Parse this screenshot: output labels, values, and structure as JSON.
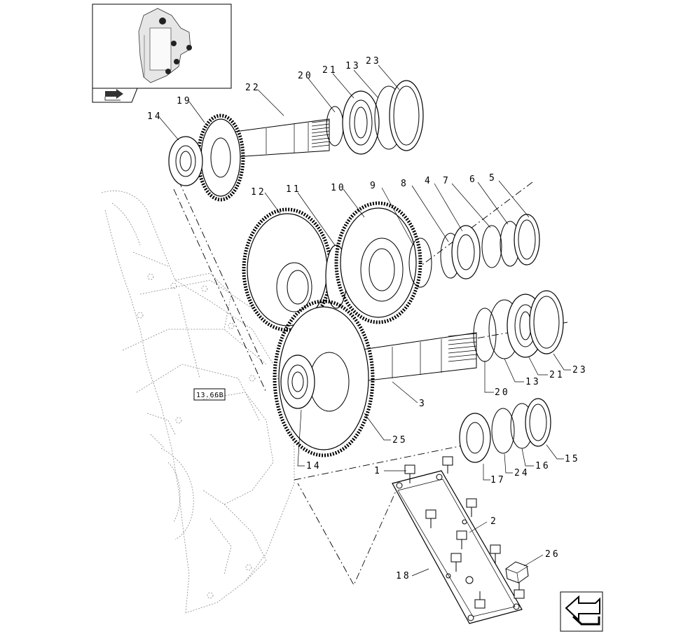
{
  "labels": [
    {
      "id": "p22",
      "text": "22"
    },
    {
      "id": "p20a",
      "text": "20"
    },
    {
      "id": "p21a",
      "text": "21"
    },
    {
      "id": "p13a",
      "text": "13"
    },
    {
      "id": "p23a",
      "text": "23"
    },
    {
      "id": "p19",
      "text": "19"
    },
    {
      "id": "p14a",
      "text": "14"
    },
    {
      "id": "p12",
      "text": "12"
    },
    {
      "id": "p11",
      "text": "11"
    },
    {
      "id": "p10",
      "text": "10"
    },
    {
      "id": "p9",
      "text": "9"
    },
    {
      "id": "p8",
      "text": "8"
    },
    {
      "id": "p4",
      "text": "4"
    },
    {
      "id": "p7",
      "text": "7"
    },
    {
      "id": "p6",
      "text": "6"
    },
    {
      "id": "p5",
      "text": "5"
    },
    {
      "id": "p20b",
      "text": "20"
    },
    {
      "id": "p13b",
      "text": "13"
    },
    {
      "id": "p21b",
      "text": "21"
    },
    {
      "id": "p23b",
      "text": "23"
    },
    {
      "id": "p3",
      "text": "3"
    },
    {
      "id": "p25",
      "text": "25"
    },
    {
      "id": "p14b",
      "text": "14"
    },
    {
      "id": "p17",
      "text": "17"
    },
    {
      "id": "p24",
      "text": "24"
    },
    {
      "id": "p16",
      "text": "16"
    },
    {
      "id": "p15",
      "text": "15"
    },
    {
      "id": "p1",
      "text": "1"
    },
    {
      "id": "p2",
      "text": "2"
    },
    {
      "id": "p26",
      "text": "26"
    },
    {
      "id": "p18",
      "text": "18"
    }
  ],
  "reference_box": "13.66B",
  "icons": {
    "thumbnail": "assembly-thumbnail-icon",
    "forward": "forward-arrow-icon",
    "back": "back-arrow-icon"
  }
}
